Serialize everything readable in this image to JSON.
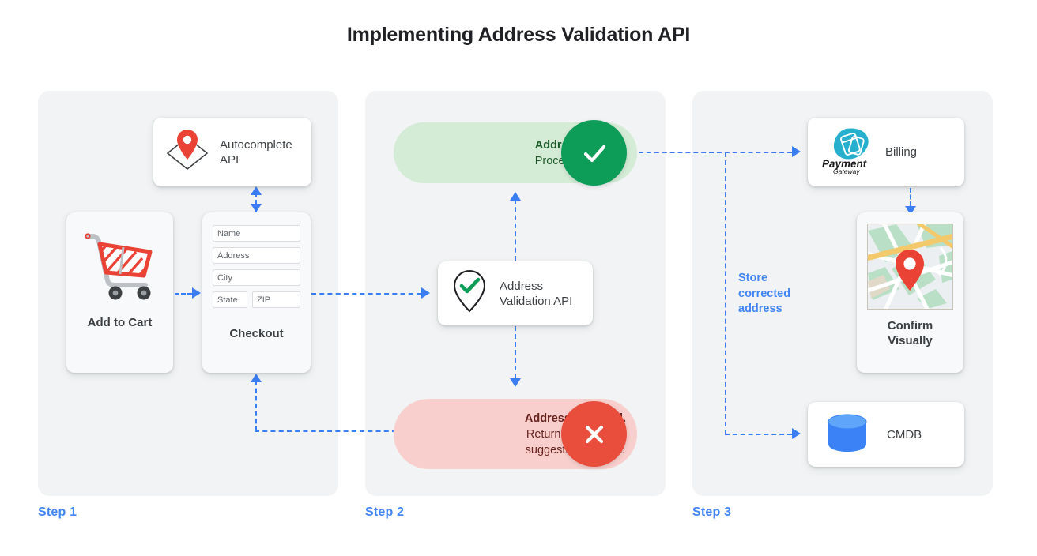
{
  "title": "Implementing Address Validation API",
  "steps": [
    {
      "label": "Step 1"
    },
    {
      "label": "Step 2"
    },
    {
      "label": "Step 3"
    }
  ],
  "step1": {
    "autocomplete_card": {
      "label": "Autocomplete API",
      "icon": "map-pin-diamond-icon"
    },
    "add_to_cart_card": {
      "label": "Add to Cart",
      "icon": "shopping-cart-icon"
    },
    "checkout_card": {
      "label": "Checkout",
      "fields": [
        {
          "name": "name",
          "placeholder": "Name"
        },
        {
          "name": "address",
          "placeholder": "Address"
        },
        {
          "name": "city",
          "placeholder": "City"
        },
        {
          "name": "state",
          "placeholder": "State"
        },
        {
          "name": "zip",
          "placeholder": "ZIP"
        }
      ]
    }
  },
  "step2": {
    "valid_pill": {
      "line1": "Address is valid.",
      "line2": "Proceed to billing.",
      "icon": "check-icon",
      "color": "#0d9d58",
      "background": "#d4ebd6"
    },
    "invalid_pill": {
      "line1": "Address is invalid.",
      "line2": "Return with Google",
      "line3": "suggested address.",
      "icon": "close-icon",
      "color": "#e94d3c",
      "background": "#f8cfcc"
    },
    "validation_card": {
      "line1": "Address",
      "line2": "Validation API",
      "icon": "map-pin-check-icon"
    }
  },
  "step3": {
    "billing_card": {
      "label": "Billing",
      "icon": "payment-gateway-logo",
      "logo_line1": "Payment",
      "logo_line2": "Gateway"
    },
    "confirm_card": {
      "line1": "Confirm",
      "line2": "Visually",
      "icon": "map-thumbnail-icon"
    },
    "cmdb_card": {
      "label": "CMDB",
      "icon": "database-icon"
    },
    "store_note": {
      "line1": "Store",
      "line2": "corrected",
      "line3": "address"
    }
  },
  "colors": {
    "accent_blue": "#4285f4",
    "connector_blue": "#3b7ef3",
    "panel_bg": "#f1f3f4",
    "green": "#0d9d58",
    "red": "#e94d3c"
  }
}
